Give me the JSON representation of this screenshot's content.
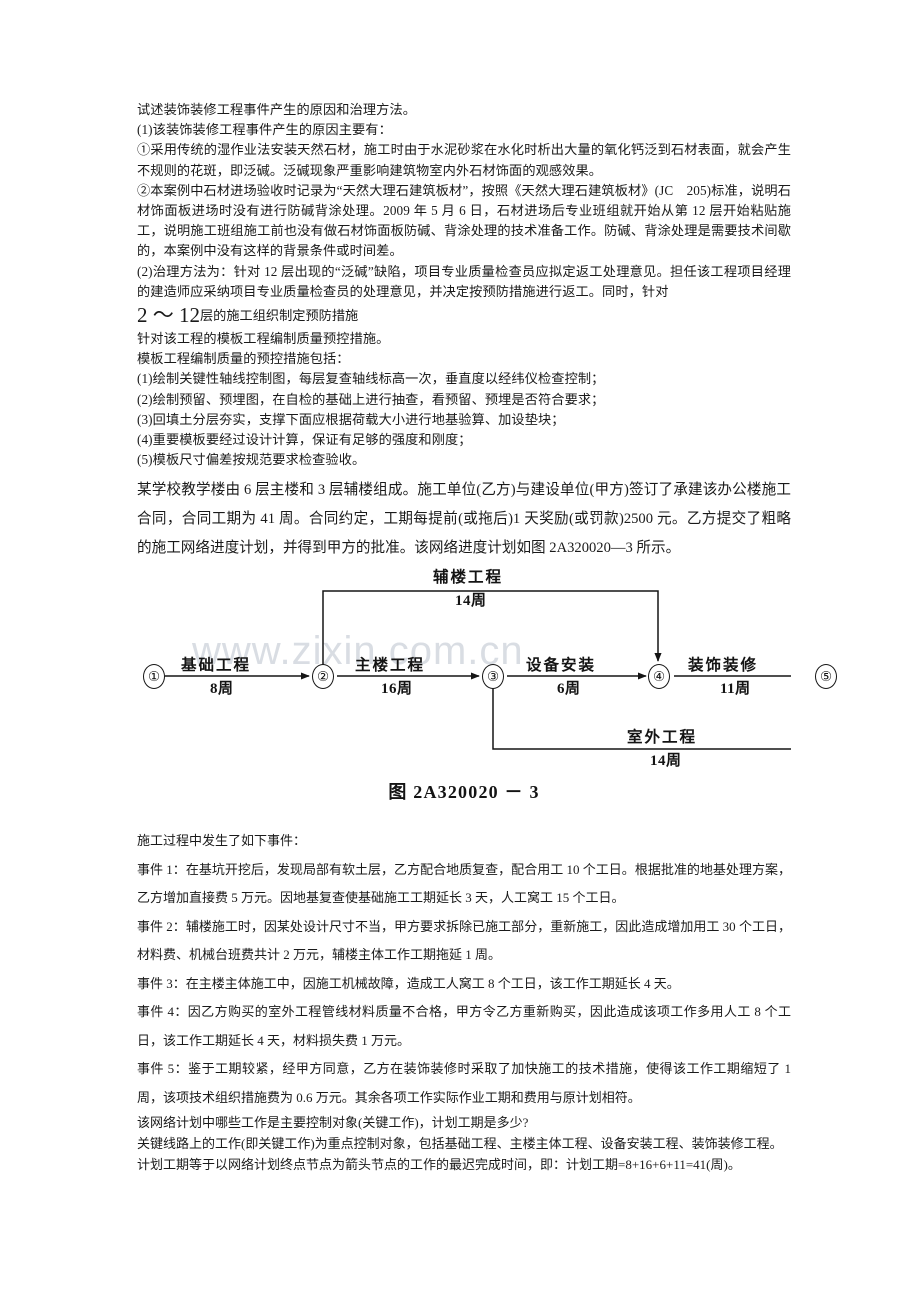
{
  "document": {
    "paragraphs_top": [
      "试述装饰装修工程事件产生的原因和治理方法。",
      "(1)该装饰装修工程事件产生的原因主要有：",
      "①采用传统的湿作业法安装天然石材，施工时由于水泥砂浆在水化时析出大量的氧化钙泛到石材表面，就会产生不规则的花斑，即泛碱。泛碱现象严重影响建筑物室内外石材饰面的观感效果。",
      "②本案例中石材进场验收时记录为“天然大理石建筑板材”，按照《天然大理石建筑板材》(JC　205)标准，说明石材饰面板进场时没有进行防碱背涂处理。2009 年 5 月 6 日，石材进场后专业班组就开始从第 12 层开始粘贴施工，说明施工班组施工前也没有做石材饰面板防碱、背涂处理的技术准备工作。防碱、背涂处理是需要技术间歇的，本案例中没有这样的背景条件或时间差。",
      "(2)治理方法为：针对 12 层出现的“泛碱”缺陷，项目专业质量检查员应拟定返工处理意见。担任该工程项目经理的建造师应采纳项目专业质量检查员的处理意见，并决定按预防措施进行返工。同时，针对"
    ],
    "math_line": {
      "big": "2 ～ 12",
      "rest": "层的施工组织制定预防措施"
    },
    "paragraphs_mid": [
      "针对该工程的模板工程编制质量预控措施。",
      "模板工程编制质量的预控措施包括：",
      "(1)绘制关键性轴线控制图，每层复查轴线标高一次，垂直度以经纬仪检查控制；",
      "(2)绘制预留、预埋图，在自检的基础上进行抽查，看预留、预埋是否符合要求；",
      "(3)回填土分层夯实，支撑下面应根据荷载大小进行地基验算、加设垫块；",
      "(4)重要模板要经过设计计算，保证有足够的强度和刚度；",
      "(5)模板尺寸偏差按规范要求检查验收。"
    ],
    "case_paragraph": "某学校教学楼由 6 层主楼和 3 层辅楼组成。施工单位(乙方)与建设单位(甲方)签订了承建该办公楼施工合同，合同工期为 41 周。合同约定，工期每提前(或拖后)1 天奖励(或罚款)2500 元。乙方提交了粗略的施工网络进度计划，并得到甲方的批准。该网络进度计划如图 2A320020—3 所示。",
    "events_heading": "施工过程中发生了如下事件：",
    "events": [
      "事件 1：在基坑开挖后，发现局部有软土层，乙方配合地质复查，配合用工 10 个工日。根据批准的地基处理方案，乙方增加直接费 5 万元。因地基复查使基础施工工期延长 3 天，人工窝工 15 个工日。",
      "事件 2：辅楼施工时，因某处设计尺寸不当，甲方要求拆除已施工部分，重新施工，因此造成增加用工 30 个工日，材料费、机械台班费共计 2 万元，辅楼主体工作工期拖延 1 周。",
      "事件 3：在主楼主体施工中，因施工机械故障，造成工人窝工 8 个工日，该工作工期延长 4 天。",
      "事件 4：因乙方购买的室外工程管线材料质量不合格，甲方令乙方重新购买，因此造成该项工作多用人工 8 个工日，该工作工期延长 4 天，材料损失费 1 万元。",
      "事件 5：鉴于工期较紧，经甲方同意，乙方在装饰装修时采取了加快施工的技术措施，使得该工作工期缩短了 1 周，该项技术组织措施费为 0.6 万元。其余各项工作实际作业工期和费用与原计划相符。"
    ],
    "question": "该网络计划中哪些工作是主要控制对象(关键工作)，计划工期是多少?",
    "answer": "关键线路上的工作(即关键工作)为重点控制对象，包括基础工程、主楼主体工程、设备安装工程、装饰装修工程。计划工期等于以网络计划终点节点为箭头节点的工作的最迟完成时间，即：计划工期=8+16+6+11=41(周)。"
  },
  "figure": {
    "caption": "图 2A320020 － 3",
    "watermark": "www.zixin.com.cn",
    "nodes": [
      {
        "id": "n1",
        "label": "①"
      },
      {
        "id": "n2",
        "label": "②"
      },
      {
        "id": "n3",
        "label": "③"
      },
      {
        "id": "n4",
        "label": "④"
      },
      {
        "id": "n5",
        "label": "⑤"
      }
    ],
    "activities": [
      {
        "name": "基础工程",
        "duration": "8周",
        "from": "①",
        "to": "②"
      },
      {
        "name": "主楼工程",
        "duration": "16周",
        "from": "②",
        "to": "③"
      },
      {
        "name": "设备安装",
        "duration": "6周",
        "from": "③",
        "to": "④"
      },
      {
        "name": "装饰装修",
        "duration": "11周",
        "from": "④",
        "to": "⑤"
      },
      {
        "name": "辅楼工程",
        "duration": "14周",
        "from": "②",
        "to": "④"
      },
      {
        "name": "室外工程",
        "duration": "14周",
        "from": "③",
        "to": "⑤"
      }
    ]
  },
  "colors": {
    "ink": "#1a1a1a",
    "line": "#151515",
    "watermark": "#d9dde3",
    "page": "#ffffff"
  }
}
